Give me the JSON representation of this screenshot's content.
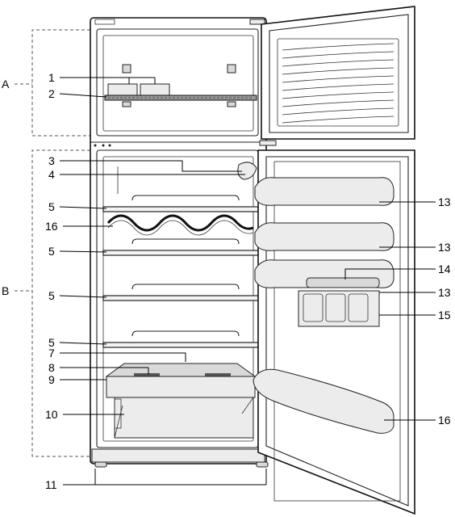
{
  "sections": {
    "freezer": "A",
    "fridge": "B"
  },
  "callouts_left": [
    {
      "id": "1",
      "text": "1"
    },
    {
      "id": "2",
      "text": "2"
    },
    {
      "id": "3",
      "text": "3"
    },
    {
      "id": "4",
      "text": "4"
    },
    {
      "id": "5a",
      "text": "5"
    },
    {
      "id": "16a",
      "text": "16"
    },
    {
      "id": "5b",
      "text": "5"
    },
    {
      "id": "5c",
      "text": "5"
    },
    {
      "id": "5d",
      "text": "5"
    },
    {
      "id": "7",
      "text": "7"
    },
    {
      "id": "8",
      "text": "8"
    },
    {
      "id": "9",
      "text": "9"
    },
    {
      "id": "10",
      "text": "10"
    },
    {
      "id": "11",
      "text": "11"
    }
  ],
  "callouts_right": [
    {
      "id": "13a",
      "text": "13"
    },
    {
      "id": "13b",
      "text": "13"
    },
    {
      "id": "14",
      "text": "14"
    },
    {
      "id": "13c",
      "text": "13"
    },
    {
      "id": "15",
      "text": "15"
    },
    {
      "id": "16b",
      "text": "16"
    }
  ]
}
